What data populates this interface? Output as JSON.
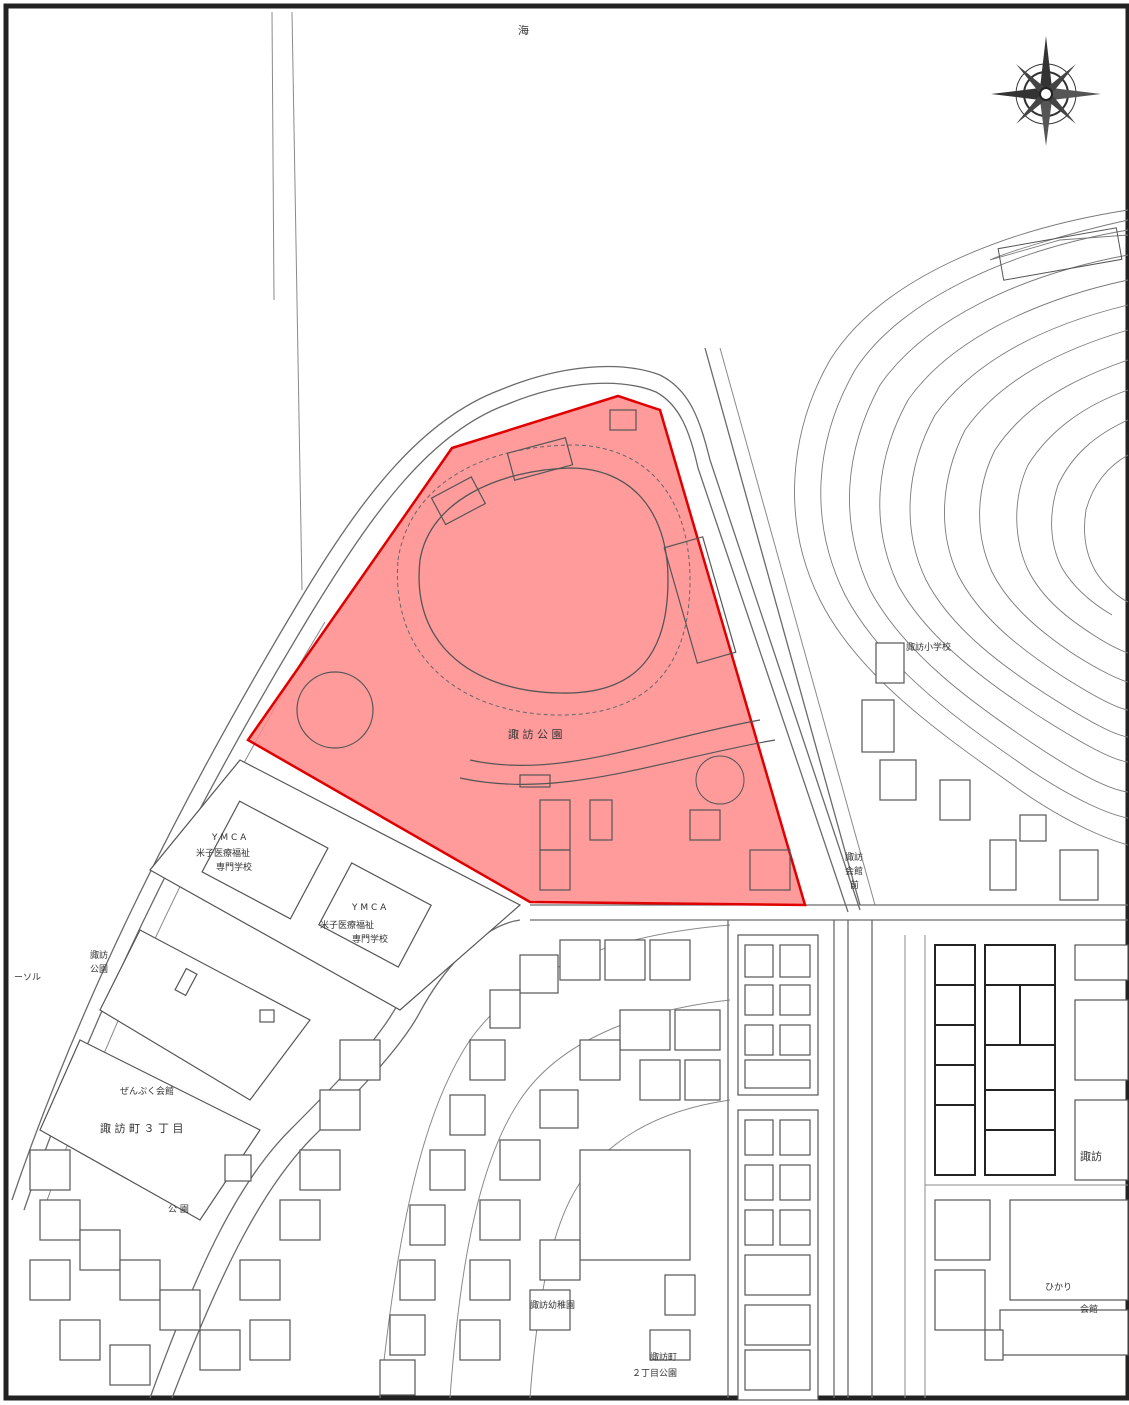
{
  "map": {
    "labels": {
      "sea": "海",
      "park_name": "諏 訪 公 園",
      "ymca_top": "Y M C A",
      "ymca_top_sub1": "米子医療福祉",
      "ymca_top_sub2": "専門学校",
      "ymca_mid": "Y M C A",
      "ymca_mid_sub1": "米子医療福祉",
      "ymca_mid_sub2": "専門学校",
      "district": "諏 訪 町 ３ 丁 目",
      "hall": "ぜんぷく会館",
      "park_small": "公 園",
      "kindergarten": "諏訪幼稚園",
      "side_label_left": "ーソル",
      "school_right": "諏訪小学校",
      "bottom_street1": "諏訪町",
      "bottom_street2": "２丁目公園",
      "right_edge": "諏訪",
      "right_edge2": "ひかり",
      "right_edge3": "会館",
      "station_label1": "諏訪",
      "station_label2": "公園",
      "vertical_label1": "諏訪",
      "vertical_label2": "会館",
      "vertical_label3": "前"
    },
    "highlight_color": "#ff8a8a",
    "highlight_stroke": "#e00000",
    "compass": "compass-rose"
  }
}
